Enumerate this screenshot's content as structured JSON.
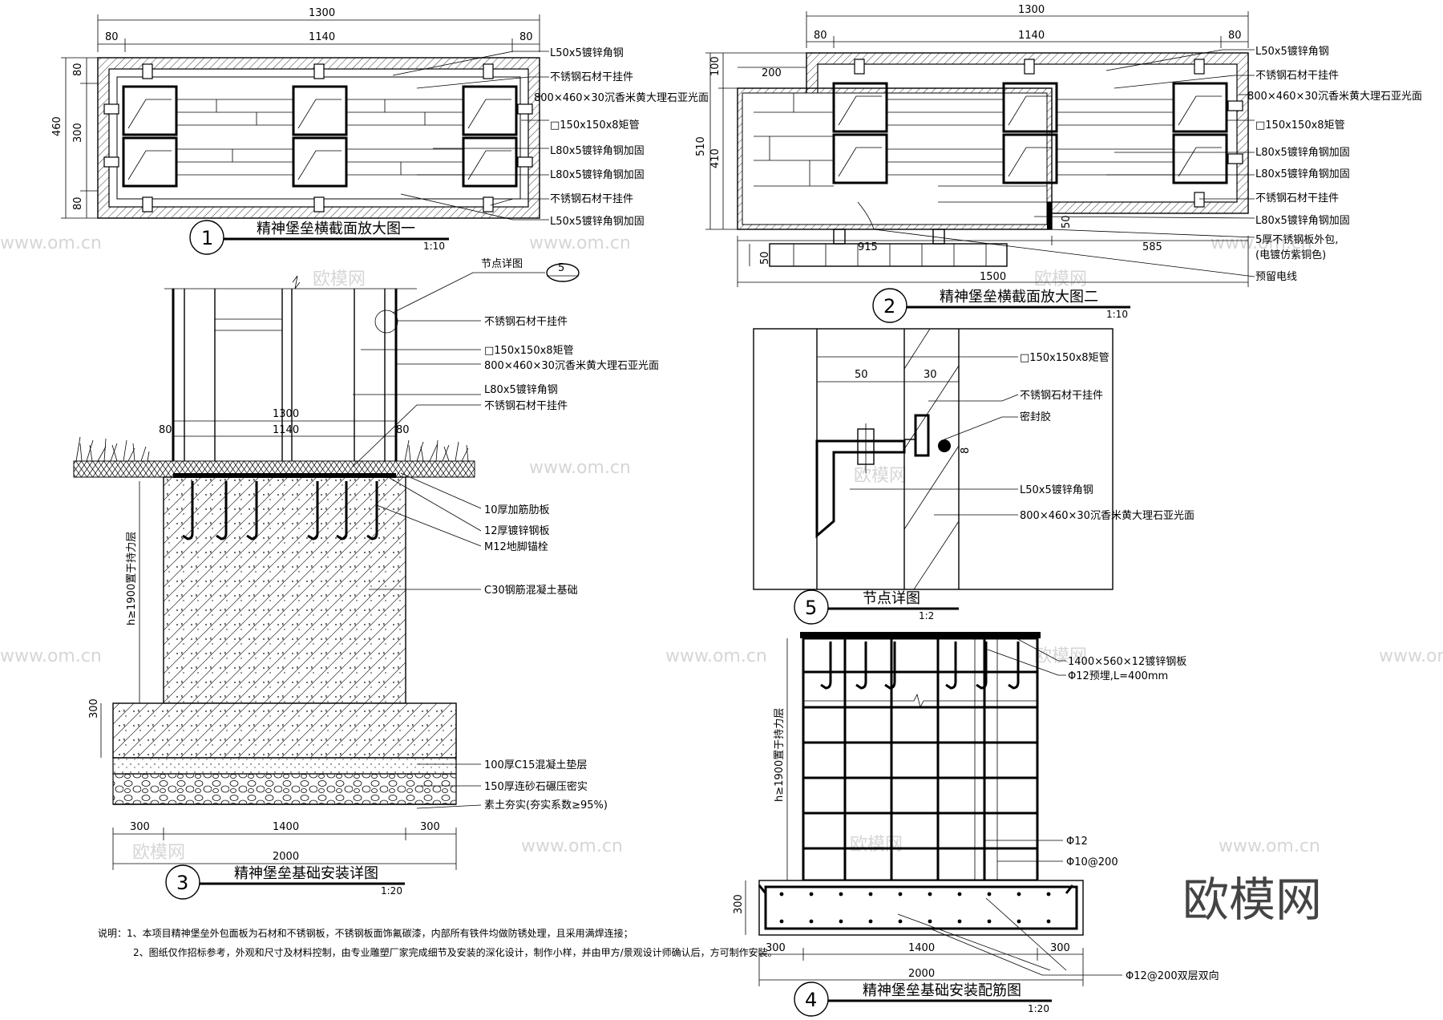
{
  "drawings": {
    "d1": {
      "number": "1",
      "title": "精神堡垒横截面放大图一",
      "scale": "1:10",
      "dims_top": [
        "1300",
        "80",
        "1140",
        "80"
      ],
      "dims_left": [
        "460",
        "80",
        "300",
        "80"
      ],
      "callouts": [
        "L50x5镀锌角钢",
        "不锈钢石材干挂件",
        "800×460×30沉香米黄大理石亚光面",
        "□150x150x8矩管",
        "L80x5镀锌角钢加固",
        "L80x5镀锌角钢加固",
        "不锈钢石材干挂件",
        "L50x5镀锌角钢加固"
      ]
    },
    "d2": {
      "number": "2",
      "title": "精神堡垒横截面放大图二",
      "scale": "1:10",
      "dims_top": [
        "1300",
        "80",
        "1140",
        "80"
      ],
      "dims_left": [
        "510",
        "100",
        "410",
        "50"
      ],
      "dims_inner": [
        "200",
        "50"
      ],
      "dims_bottom": [
        "915",
        "585",
        "1500"
      ],
      "callouts": [
        "L50x5镀锌角钢",
        "不锈钢石材干挂件",
        "800×460×30沉香米黄大理石亚光面",
        "□150x150x8矩管",
        "L80x5镀锌角钢加固",
        "L80x5镀锌角钢加固",
        "不锈钢石材干挂件",
        "L80x5镀锌角钢加固",
        "5厚不锈钢板外包,",
        "(电镀仿紫铜色)",
        "预留电线"
      ]
    },
    "d3": {
      "number": "3",
      "title": "精神堡垒基础安装详图",
      "scale": "1:20",
      "detail_ref_label": "节点详图",
      "detail_ref_number": "5",
      "dims_top": [
        "1300",
        "80",
        "1140",
        "80"
      ],
      "dims_bottom": [
        "300",
        "1400",
        "300",
        "2000"
      ],
      "dim_height": "h≥1900置于持力层",
      "dim_base": "300",
      "callouts": [
        "不锈钢石材干挂件",
        "□150x150x8矩管",
        "800×460×30沉香米黄大理石亚光面",
        "L80x5镀锌角钢",
        "不锈钢石材干挂件",
        "10厚加筋肋板",
        "12厚镀锌钢板",
        "M12地脚锚栓",
        "C30钢筋混凝土基础",
        "100厚C15混凝土垫层",
        "150厚连砂石碾压密实",
        "素土夯实(夯实系数≥95%)"
      ]
    },
    "d4": {
      "number": "4",
      "title": "精神堡垒基础安装配筋图",
      "scale": "1:20",
      "dims_bottom": [
        "300",
        "1400",
        "300",
        "2000"
      ],
      "dim_height": "h≥1900置于持力层",
      "dim_base": "300",
      "callouts": [
        "1400×560×12镀锌钢板",
        "Φ12预埋,L=400mm",
        "Φ12",
        "Φ10@200",
        "Φ12@200双层双向"
      ]
    },
    "d5": {
      "number": "5",
      "title": "节点详图",
      "scale": "1:2",
      "dims": [
        "50",
        "30",
        "8"
      ],
      "callouts": [
        "□150x150x8矩管",
        "不锈钢石材干挂件",
        "密封胶",
        "L50x5镀锌角钢",
        "800×460×30沉香米黄大理石亚光面"
      ]
    }
  },
  "notes": {
    "line1": "说明：1、本项目精神堡垒外包面板为石材和不锈钢板，不锈钢板面饰氟碳漆，内部所有铁件均做防锈处理，且采用满焊连接；",
    "line2": "2、图纸仅作招标参考，外观和尺寸及材料控制，由专业雕塑厂家完成细节及安装的深化设计，制作小样，并由甲方/景观设计师确认后，方可制作安装。"
  },
  "watermarks": {
    "site": "www.om.cn",
    "brand": "欧模网",
    "brand_large": "欧模网"
  }
}
